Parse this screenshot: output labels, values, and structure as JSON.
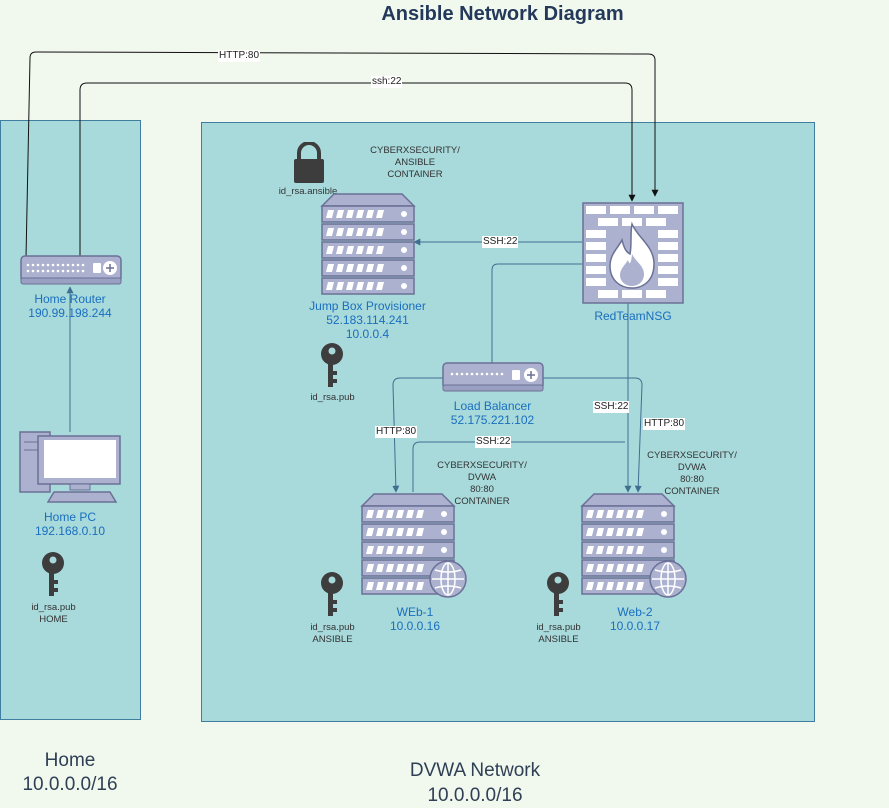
{
  "diagram": {
    "title": "Ansible Network Diagram",
    "zones": {
      "home": {
        "label": "Home",
        "cidr": "10.0.0.0/16"
      },
      "dvwa": {
        "label": "DVWA Network",
        "cidr": "10.0.0.0/16"
      }
    },
    "nodes": {
      "home_router": {
        "name": "Home Router",
        "ip": "190.99.198.244"
      },
      "home_pc": {
        "name": "Home PC",
        "ip": "192.168.0.10"
      },
      "home_key": {
        "label": "id_rsa.pub",
        "sub": "HOME"
      },
      "jump_box": {
        "name": "Jump Box Provisioner",
        "ip_public": "52.183.114.241",
        "ip_private": "10.0.0.4"
      },
      "jump_lock": {
        "label": "id_rsa.ansible"
      },
      "jump_container": {
        "line1": "CYBERXSECURITY/",
        "line2": "ANSIBLE",
        "line3": "CONTAINER"
      },
      "jump_key": {
        "label": "id_rsa.pub"
      },
      "firewall": {
        "name": "RedTeamNSG"
      },
      "load_balancer": {
        "name": "Load Balancer",
        "ip": "52.175.221.102"
      },
      "web1": {
        "name": "WEb-1",
        "ip": "10.0.0.16"
      },
      "web1_container": {
        "line1": "CYBERXSECURITY/",
        "line2": "DVWA",
        "line3": "80:80",
        "line4": "CONTAINER"
      },
      "web1_key": {
        "label": "id_rsa.pub",
        "sub": "ANSIBLE"
      },
      "web2": {
        "name": "Web-2",
        "ip": "10.0.0.17"
      },
      "web2_container": {
        "line1": "CYBERXSECURITY/",
        "line2": "DVWA",
        "line3": "80:80",
        "line4": "CONTAINER"
      },
      "web2_key": {
        "label": "id_rsa.pub",
        "sub": "ANSIBLE"
      }
    },
    "edges": {
      "router_http": "HTTP:80",
      "router_ssh": "ssh:22",
      "nsg_to_jump": "SSH:22",
      "lb_to_web1": "HTTP:80",
      "lb_to_web2": "HTTP:80",
      "nsg_to_web2": "SSH:22",
      "to_web1_ssh": "SSH:22"
    },
    "colors": {
      "zone_fill": "#a8d9db",
      "zone_border": "#3f7ea1",
      "device_fill": "#abb1cf",
      "device_stroke": "#6b7196",
      "label_blue": "#1a6fbf",
      "background": "#f1f8ee"
    }
  }
}
